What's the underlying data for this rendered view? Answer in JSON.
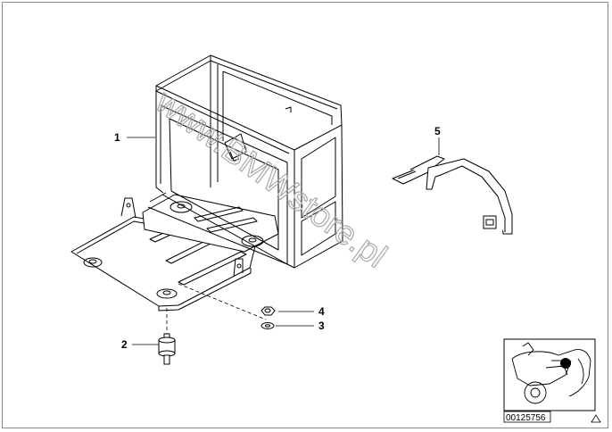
{
  "watermark": "www.BMWstore.pl",
  "callouts": [
    {
      "id": "1",
      "label": "1"
    },
    {
      "id": "2",
      "label": "2"
    },
    {
      "id": "3",
      "label": "3"
    },
    {
      "id": "4",
      "label": "4"
    },
    {
      "id": "5",
      "label": "5"
    }
  ],
  "diagram_code": "00125756",
  "icons": {
    "thumbnail": "motorcycle-location-thumbnail",
    "corner": "triangle-icon"
  }
}
